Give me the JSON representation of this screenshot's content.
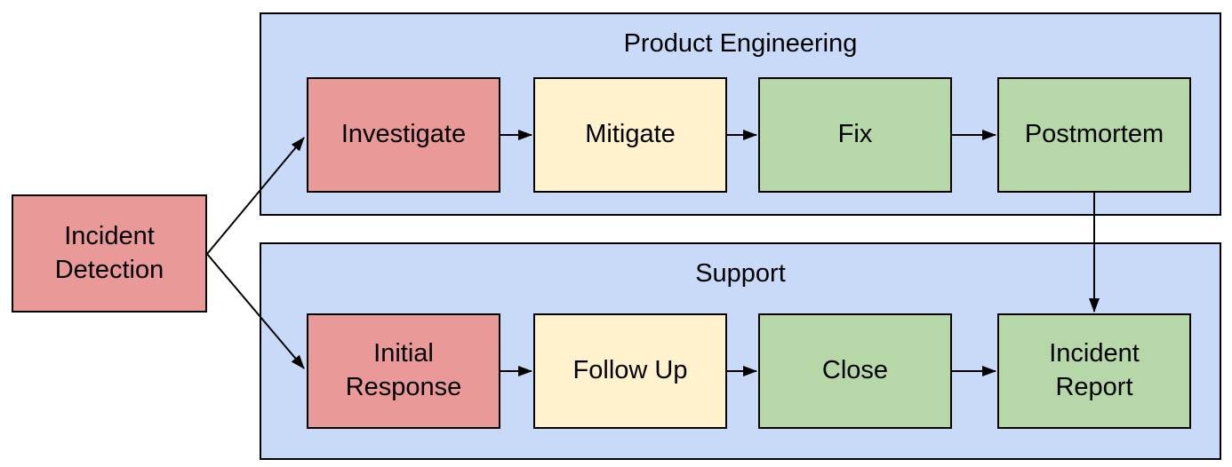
{
  "diagram": {
    "type": "flowchart",
    "colors": {
      "lane_fill": "#c9daf8",
      "node_red": "#ea9999",
      "node_yellow": "#fff2cc",
      "node_green": "#b6d7a8",
      "border": "#000000",
      "text": "#000000"
    },
    "lanes": {
      "engineering": {
        "title": "Product Engineering",
        "nodes": [
          "Investigate",
          "Mitigate",
          "Fix",
          "Postmortem"
        ]
      },
      "support": {
        "title": "Support",
        "nodes": [
          "Initial Response",
          "Follow Up",
          "Close",
          "Incident Report"
        ]
      }
    },
    "nodes": {
      "incident_detection": {
        "label": "Incident Detection",
        "color": "#ea9999"
      },
      "investigate": {
        "label": "Investigate",
        "color": "#ea9999"
      },
      "mitigate": {
        "label": "Mitigate",
        "color": "#fff2cc"
      },
      "fix": {
        "label": "Fix",
        "color": "#b6d7a8"
      },
      "postmortem": {
        "label": "Postmortem",
        "color": "#b6d7a8"
      },
      "initial_response": {
        "label": "Initial Response",
        "color": "#ea9999"
      },
      "follow_up": {
        "label": "Follow Up",
        "color": "#fff2cc"
      },
      "close": {
        "label": "Close",
        "color": "#b6d7a8"
      },
      "incident_report": {
        "label": "Incident Report",
        "color": "#b6d7a8"
      }
    },
    "edges": [
      {
        "from": "Incident Detection",
        "to": "Investigate"
      },
      {
        "from": "Incident Detection",
        "to": "Initial Response"
      },
      {
        "from": "Investigate",
        "to": "Mitigate"
      },
      {
        "from": "Mitigate",
        "to": "Fix"
      },
      {
        "from": "Fix",
        "to": "Postmortem"
      },
      {
        "from": "Postmortem",
        "to": "Incident Report"
      },
      {
        "from": "Initial Response",
        "to": "Follow Up"
      },
      {
        "from": "Follow Up",
        "to": "Close"
      },
      {
        "from": "Close",
        "to": "Incident Report"
      }
    ]
  }
}
